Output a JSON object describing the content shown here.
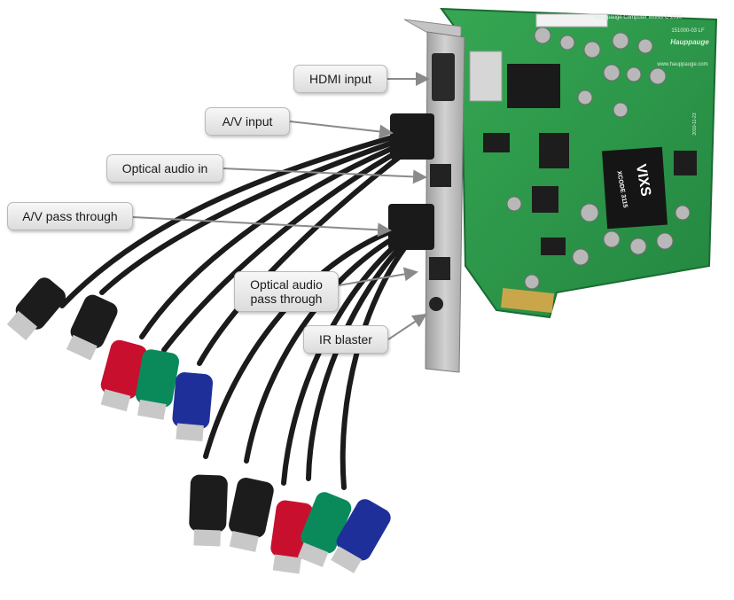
{
  "callouts": {
    "hdmi_input": "HDMI input",
    "av_input": "A/V input",
    "optical_audio_in": "Optical audio in",
    "av_pass_through": "A/V pass through",
    "optical_audio_pass_through_line1": "Optical audio",
    "optical_audio_pass_through_line2": "pass through",
    "ir_blaster": "IR blaster"
  },
  "board": {
    "maker_text": "Hauppauge Computer Works  C 2010",
    "part_text": "151000-03 LF",
    "brand_logo": "Hauppauge",
    "website": "www.hauppauge.com",
    "chip_logo": "VIXS",
    "chip_subtext": "XCODE 3115",
    "date_text": "2010-11-23"
  },
  "colors": {
    "pcb": "#2e9a4a",
    "bracket": "#b4b4b4",
    "cable": "#1b1b1b",
    "connector_red": "#c8102e",
    "connector_green": "#0a8a5a",
    "connector_blue": "#1f2f9a",
    "connector_black": "#1c1c1c",
    "callout_bg": "#e9e9e9",
    "leader_line": "#8a8a8a"
  }
}
